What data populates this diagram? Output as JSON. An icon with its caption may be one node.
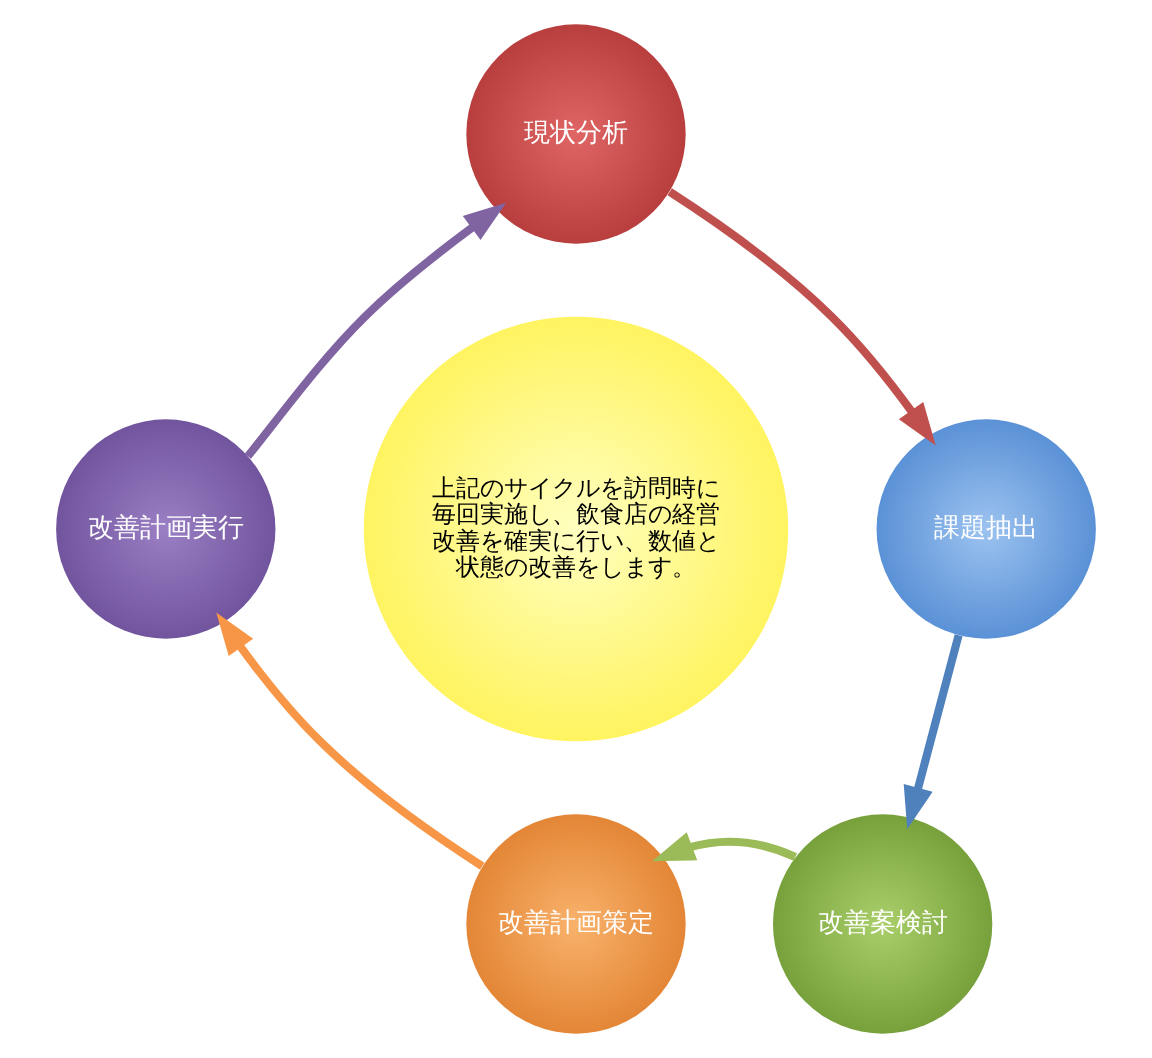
{
  "diagram": {
    "nodes": [
      {
        "text": [
          "現状分析"
        ]
      },
      {
        "text": [
          "課題抽出"
        ]
      },
      {
        "text": [
          "改善案検討"
        ]
      },
      {
        "text": [
          "改善計画策定"
        ]
      },
      {
        "text": [
          "改善計画実行"
        ]
      },
      {
        "text": [
          "上記のサイクルを訪問時に毎回実施し、飲食店の経営改善を確実に行い、数値と状態の改善をします。"
        ]
      }
    ],
    "edges": [
      {
        "from": 0,
        "to": 1,
        "arrow": "to",
        "color": "#c0504d"
      },
      {
        "from": 1,
        "to": 2,
        "arrow": "to",
        "color": "#4f81bd"
      },
      {
        "from": 2,
        "to": 3,
        "arrow": "to",
        "color": "#9bbb59"
      },
      {
        "from": 3,
        "to": 4,
        "arrow": "to",
        "color": "#f79646"
      },
      {
        "from": 4,
        "to": 0,
        "arrow": "to",
        "color": "#8064a2"
      }
    ]
  }
}
